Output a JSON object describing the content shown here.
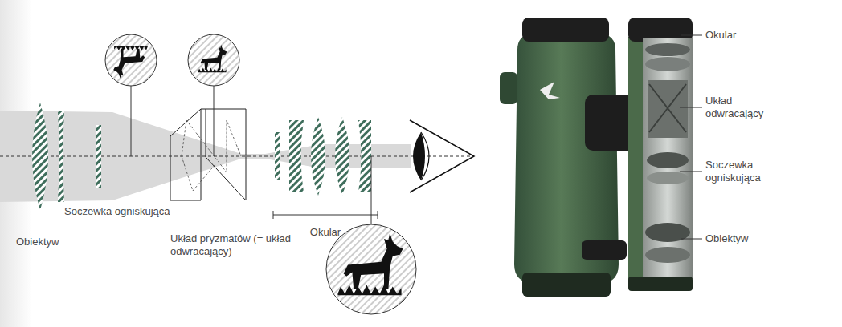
{
  "diagram": {
    "labels": [
      "Soczewka ogniskująca",
      "Obiektyw",
      "Układ pryzmatów (= układ odwracający)",
      "Okular",
      "Okular",
      "Układ odwracający",
      "Soczewka ogniskująca",
      "Obiektyw"
    ]
  }
}
